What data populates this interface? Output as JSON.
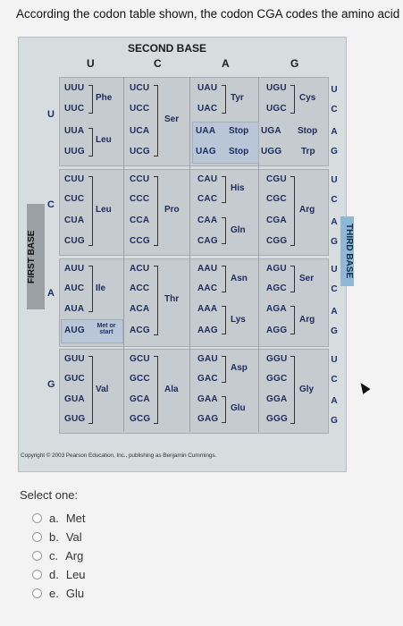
{
  "question": "According the codon table shown, the codon CGA codes the amino acid",
  "table": {
    "second_base_label": "SECOND BASE",
    "first_base_label": "FIRST BASE",
    "third_base_label": "THIRD BASE",
    "second_letters": [
      "U",
      "C",
      "A",
      "G"
    ],
    "first_letters": [
      "U",
      "C",
      "A",
      "G"
    ],
    "third_letters": [
      "U",
      "C",
      "A",
      "G",
      "U",
      "C",
      "A",
      "G",
      "U",
      "C",
      "A",
      "G",
      "U",
      "C",
      "A",
      "G"
    ],
    "rows": [
      {
        "codons": [
          "UUU",
          "UUC",
          "UUA",
          "UUG"
        ],
        "codons_c": [
          "UCU",
          "UCC",
          "UCA",
          "UCG"
        ],
        "codons_a": [
          "UAU",
          "UAC",
          "UAA",
          "UAG"
        ],
        "codons_g": [
          "UGU",
          "UGC",
          "UGA",
          "UGG"
        ]
      },
      {
        "codons": [
          "CUU",
          "CUC",
          "CUA",
          "CUG"
        ],
        "codons_c": [
          "CCU",
          "CCC",
          "CCA",
          "CCG"
        ],
        "codons_a": [
          "CAU",
          "CAC",
          "CAA",
          "CAG"
        ],
        "codons_g": [
          "CGU",
          "CGC",
          "CGA",
          "CGG"
        ]
      },
      {
        "codons": [
          "AUU",
          "AUC",
          "AUA",
          "AUG"
        ],
        "codons_c": [
          "ACU",
          "ACC",
          "ACA",
          "ACG"
        ],
        "codons_a": [
          "AAU",
          "AAC",
          "AAA",
          "AAG"
        ],
        "codons_g": [
          "AGU",
          "AGC",
          "AGA",
          "AGG"
        ]
      },
      {
        "codons": [
          "GUU",
          "GUC",
          "GUA",
          "GUG"
        ],
        "codons_c": [
          "GCU",
          "GCC",
          "GCA",
          "GCG"
        ],
        "codons_a": [
          "GAU",
          "GAC",
          "GAA",
          "GAG"
        ],
        "codons_g": [
          "GGU",
          "GGC",
          "GGA",
          "GGG"
        ]
      }
    ],
    "amino": {
      "phe": "Phe",
      "leu": "Leu",
      "ser": "Ser",
      "tyr": "Tyr",
      "cys": "Cys",
      "stop": "Stop",
      "trp": "Trp",
      "leu2": "Leu",
      "pro": "Pro",
      "his": "His",
      "gln": "Gln",
      "arg": "Arg",
      "ile": "Ile",
      "met_start": "Met or start",
      "thr": "Thr",
      "asn": "Asn",
      "lys": "Lys",
      "ser2": "Ser",
      "arg2": "Arg",
      "val": "Val",
      "ala": "Ala",
      "asp": "Asp",
      "glu": "Glu",
      "gly": "Gly"
    },
    "copyright": "Copyright © 2003 Pearson Education, Inc., publishing as Benjamin Cummings."
  },
  "select_one": "Select one:",
  "options": [
    {
      "letter": "a.",
      "text": "Met"
    },
    {
      "letter": "b.",
      "text": "Val"
    },
    {
      "letter": "c.",
      "text": "Arg"
    },
    {
      "letter": "d.",
      "text": "Leu"
    },
    {
      "letter": "e.",
      "text": "Glu"
    }
  ]
}
